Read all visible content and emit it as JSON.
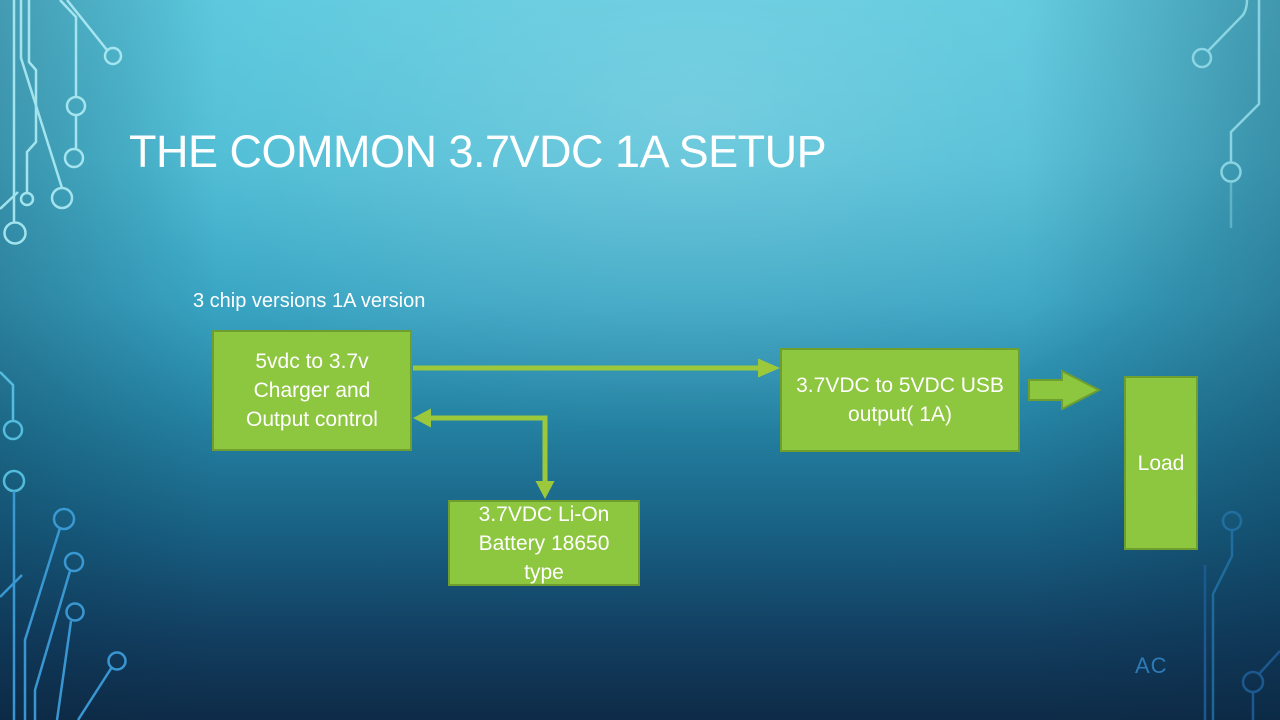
{
  "colors": {
    "node_fill": "#8DC63F",
    "node_border": "#6E9E2E",
    "connector_green": "#9CC93C",
    "footer_blue": "#2D7AB8",
    "title_color": "#FFFFFF"
  },
  "slide": {
    "title": "THE COMMON 3.7VDC 1A SETUP",
    "caption": "3 chip versions 1A version",
    "footer": "AC"
  },
  "diagram": {
    "nodes": [
      {
        "id": "charger",
        "lines": [
          "5vdc to 3.7v",
          "Charger and",
          "Output control"
        ]
      },
      {
        "id": "usb-output",
        "lines": [
          "3.7VDC to 5VDC USB",
          "output( 1A)"
        ]
      },
      {
        "id": "battery",
        "lines": [
          "3.7VDC Li-On",
          "Battery 18650",
          "type"
        ]
      },
      {
        "id": "load",
        "lines": [
          "Load"
        ]
      }
    ],
    "connections": [
      {
        "from": "charger",
        "to": "usb-output",
        "style": "thin-arrow",
        "direction": "right"
      },
      {
        "from": "charger",
        "to": "battery",
        "style": "thin-elbow-arrow",
        "direction": "both"
      },
      {
        "from": "usb-output",
        "to": "load",
        "style": "block-arrow",
        "direction": "right"
      }
    ]
  }
}
